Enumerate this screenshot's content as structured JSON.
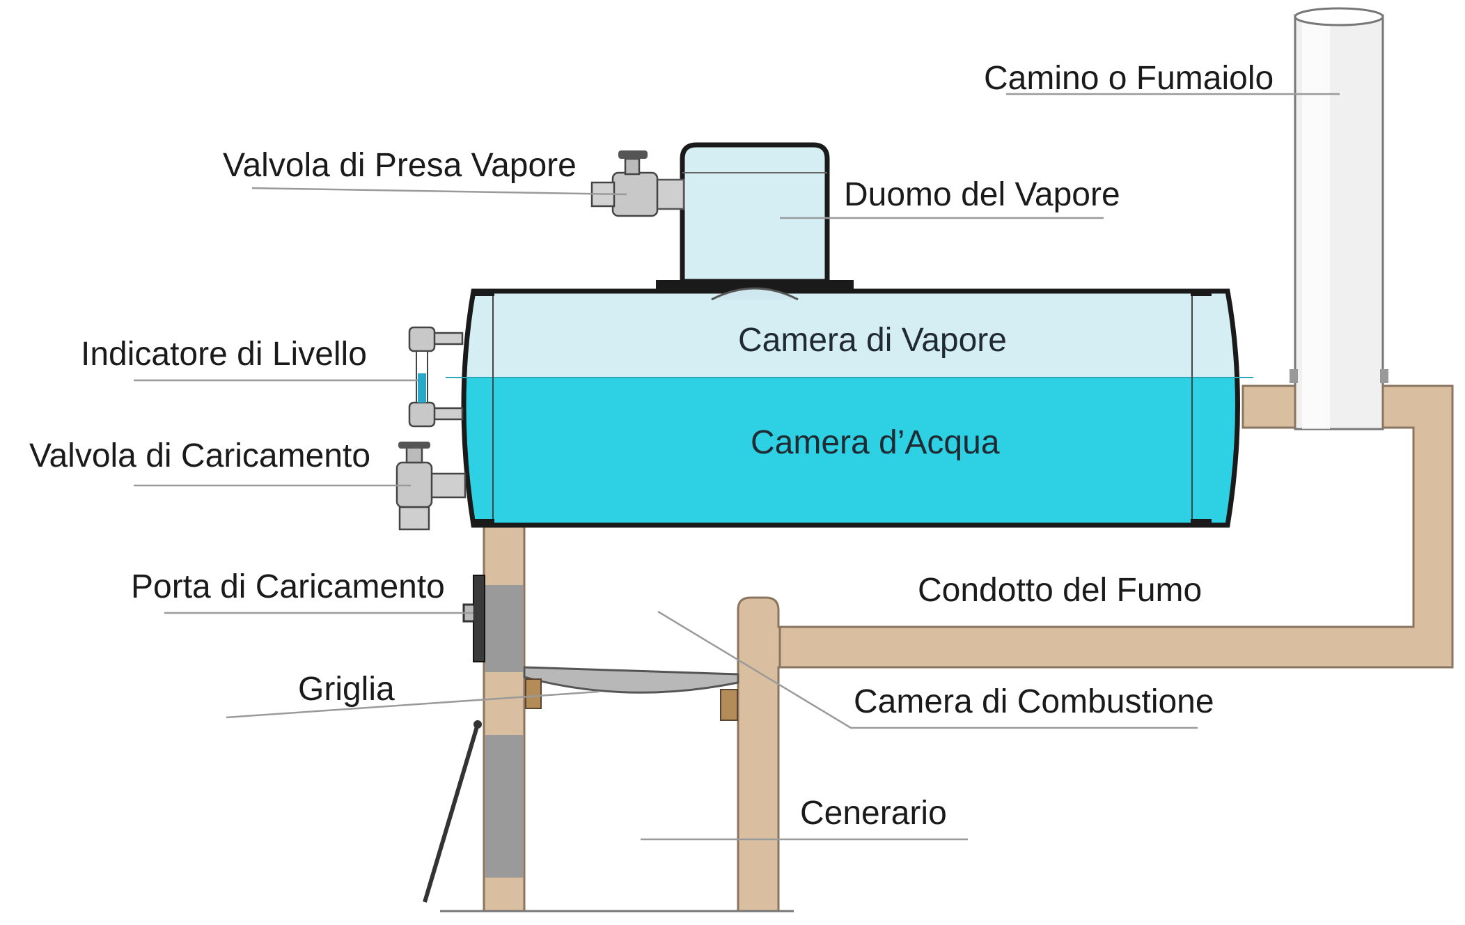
{
  "diagram": {
    "labels": {
      "chimney": "Camino o Fumaiolo",
      "steam_valve": "Valvola di Presa Vapore",
      "steam_dome": "Duomo del Vapore",
      "level_indicator": "Indicatore di Livello",
      "steam_chamber": "Camera di Vapore",
      "fill_valve": "Valvola di Caricamento",
      "water_chamber": "Camera d’Acqua",
      "smoke_duct": "Condotto del Fumo",
      "loading_door": "Porta di Caricamento",
      "grate": "Griglia",
      "combustion_chamber": "Camera di Combustione",
      "ash_pit": "Cenerario"
    },
    "colors": {
      "steam": "#d5eef3",
      "water": "#2ed0e3",
      "brick": "#d9bf9f",
      "chimney": "#f2f2f2",
      "outline": "#1a1a1a"
    }
  }
}
